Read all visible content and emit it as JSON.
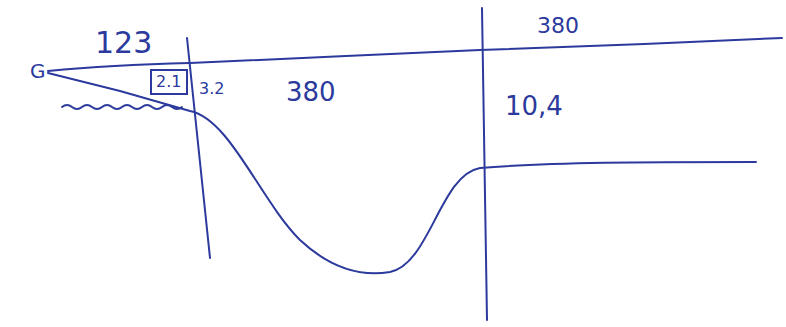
{
  "diagram": {
    "nodes": [
      {
        "text": [
          "2.1"
        ]
      }
    ],
    "labels": [
      "G",
      "123",
      "3.2",
      "380",
      "10,4",
      "380"
    ]
  }
}
